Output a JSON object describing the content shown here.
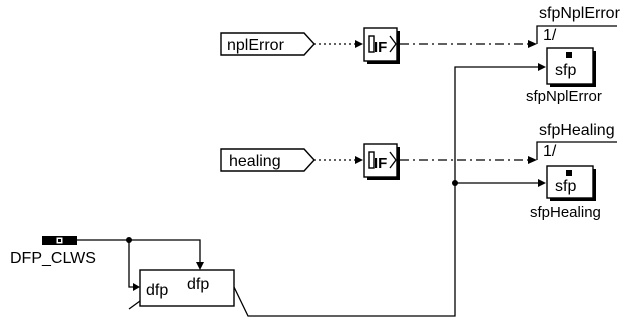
{
  "inputs": {
    "nplerror": "nplError",
    "healing": "healing"
  },
  "outputs": {
    "npl_name": "sfpNplError",
    "npl_ratio": "1/",
    "npl_block_label": "sfp",
    "npl_block_name": "sfpNplError",
    "heal_name": "sfpHealing",
    "heal_ratio": "1/",
    "heal_block_label": "sfp",
    "heal_block_name": "sfpHealing"
  },
  "dfp": {
    "source_name": "DFP_CLWS",
    "in_label": "dfp",
    "out_label": "dfp"
  },
  "if_blocks": {
    "symbol": "IF"
  }
}
